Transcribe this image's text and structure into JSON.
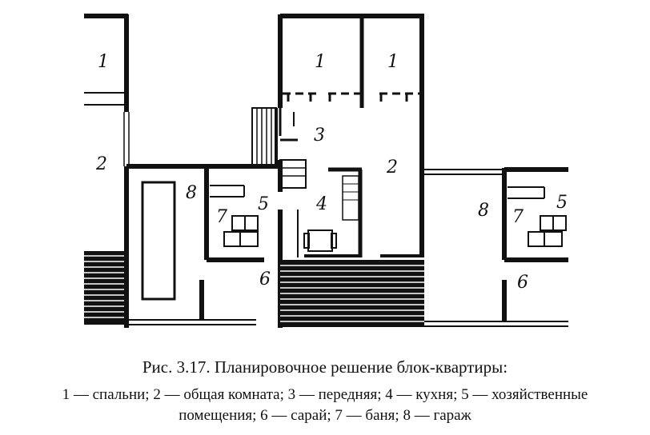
{
  "figure": {
    "caption_title": "Рис. 3.17. Планировочное решение блок-квартиры:",
    "legend_line1": "1 — спальни; 2 — общая комната; 3 — передняя; 4 — кухня; 5 — хозяйственные",
    "legend_line2": "помещения; 6 — сарай; 7 — баня; 8 — гараж"
  },
  "plan_labels": {
    "left_bedroom": "1",
    "left_living": "2",
    "center_bedroom_a": "1",
    "center_bedroom_b": "1",
    "center_hall": "3",
    "center_living": "2",
    "center_kitchen": "4",
    "center_garage": "8",
    "center_utility": "5",
    "center_bath": "7",
    "center_shed": "6",
    "right_garage": "8",
    "right_utility": "5",
    "right_bath": "7",
    "right_shed": "6"
  },
  "colors": {
    "ink": "#111111",
    "paper": "#ffffff"
  }
}
